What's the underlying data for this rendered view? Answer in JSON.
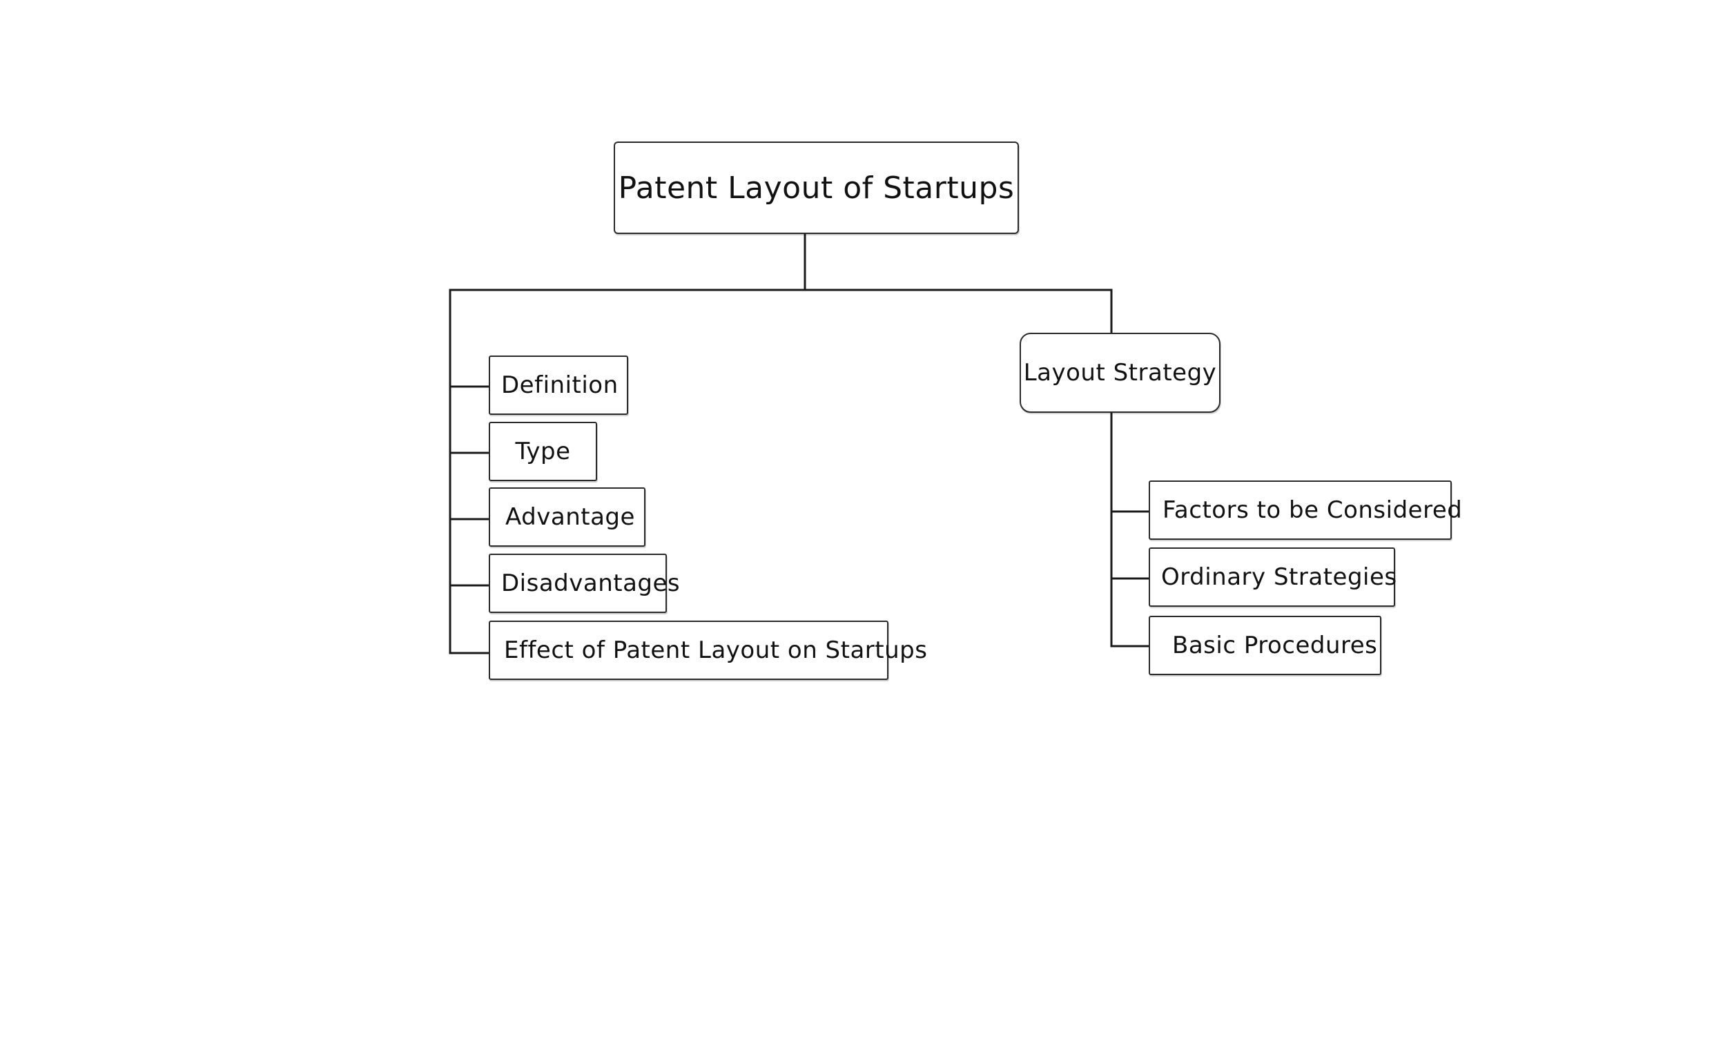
{
  "diagram": {
    "root": {
      "label": "Patent Layout of Startups"
    },
    "left_items": [
      {
        "label": "Definition"
      },
      {
        "label": "Type"
      },
      {
        "label": "Advantage"
      },
      {
        "label": "Disadvantages"
      },
      {
        "label": "Effect of Patent Layout on Startups"
      }
    ],
    "right_branch": {
      "label": "Layout Strategy",
      "items": [
        {
          "label": "Factors to be Considered"
        },
        {
          "label": "Ordinary Strategies"
        },
        {
          "label": "Basic Procedures"
        }
      ]
    },
    "line_color": "#1a1a1a"
  }
}
